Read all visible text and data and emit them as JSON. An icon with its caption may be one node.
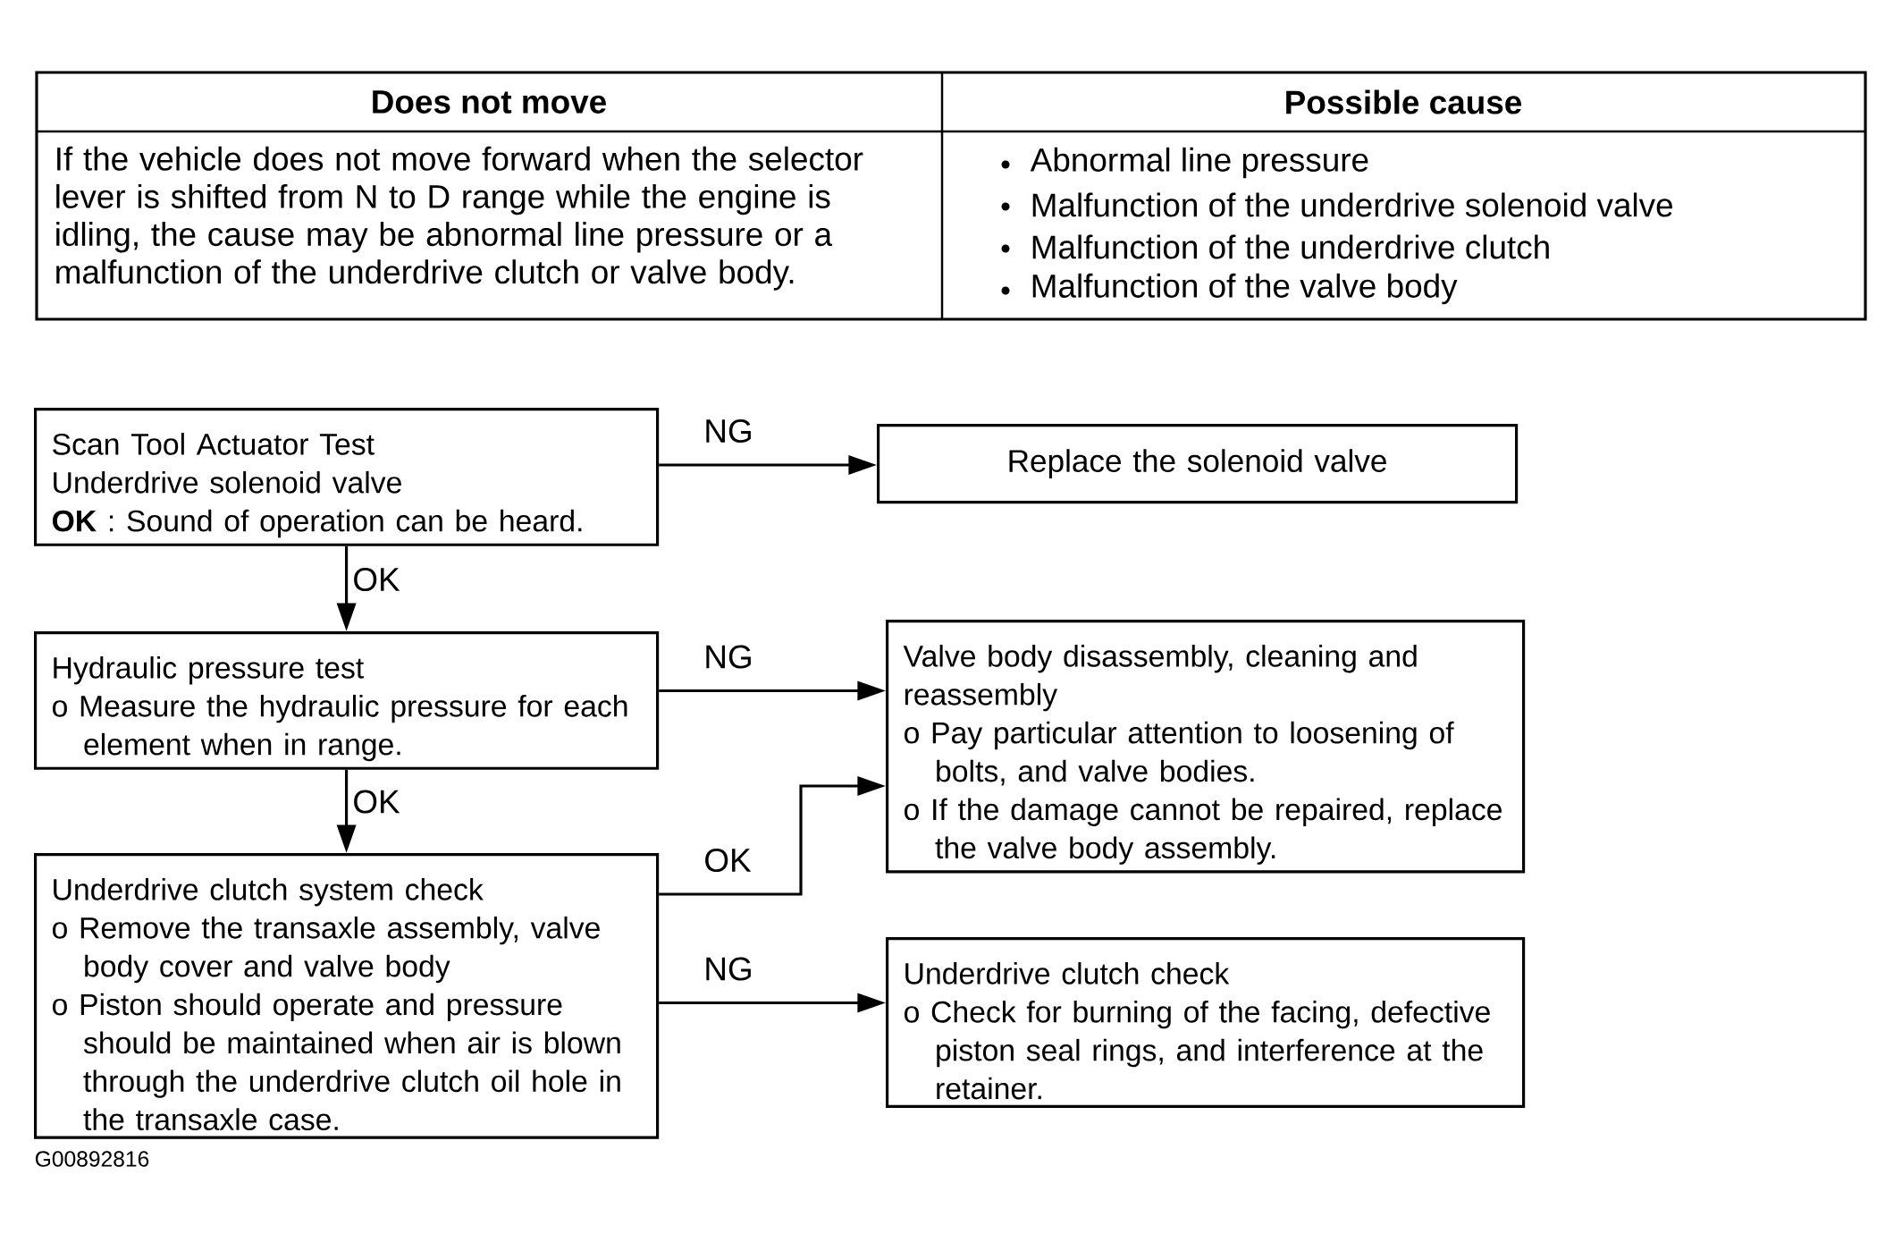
{
  "diagram": {
    "nodes": [
      {
        "text": [
          "Scan Tool Actuator Test",
          "Underdrive solenoid valve",
          "**OK** : Sound of operation can be heard."
        ]
      },
      {
        "text": [
          "Replace the solenoid valve"
        ]
      },
      {
        "text": [
          "Hydraulic pressure test",
          "o Measure the hydraulic pressure for each element when in range."
        ]
      },
      {
        "text": [
          "Valve body disassembly, cleaning and reassembly",
          "o Pay particular attention to loosening of bolts, and valve bodies.",
          "o If the damage cannot be repaired, replace the valve body assembly."
        ]
      },
      {
        "text": [
          "Underdrive clutch system check",
          "o Remove the transaxle assembly, valve body cover and valve body",
          "o Piston should operate and pressure should be maintained when air is blown through the underdrive clutch oil hole in the transaxle case."
        ]
      },
      {
        "text": [
          "Underdrive clutch check",
          "o Check for burning of the facing, defective piston seal rings, and interference at the retainer."
        ]
      }
    ],
    "edges": [
      {
        "from": 0,
        "to": 1,
        "arrow": "to",
        "label": "NG"
      },
      {
        "from": 0,
        "to": 2,
        "arrow": "to",
        "label": "OK"
      },
      {
        "from": 2,
        "to": 3,
        "arrow": "to",
        "label": "NG"
      },
      {
        "from": 2,
        "to": 4,
        "arrow": "to",
        "label": "OK"
      },
      {
        "from": 4,
        "to": 3,
        "arrow": "to",
        "label": "OK"
      },
      {
        "from": 4,
        "to": 5,
        "arrow": "to",
        "label": "NG"
      }
    ],
    "labels": [
      "Does not move",
      "Possible cause",
      "If the vehicle does not move forward when the selector lever is shifted from N to D range while the engine is idling, the cause may be abnormal line pressure or a malfunction of the underdrive clutch or valve body.",
      "Abnormal line pressure",
      "Malfunction of the underdrive solenoid valve",
      "Malfunction of the underdrive clutch",
      "Malfunction of the valve body",
      "G00892816"
    ]
  }
}
